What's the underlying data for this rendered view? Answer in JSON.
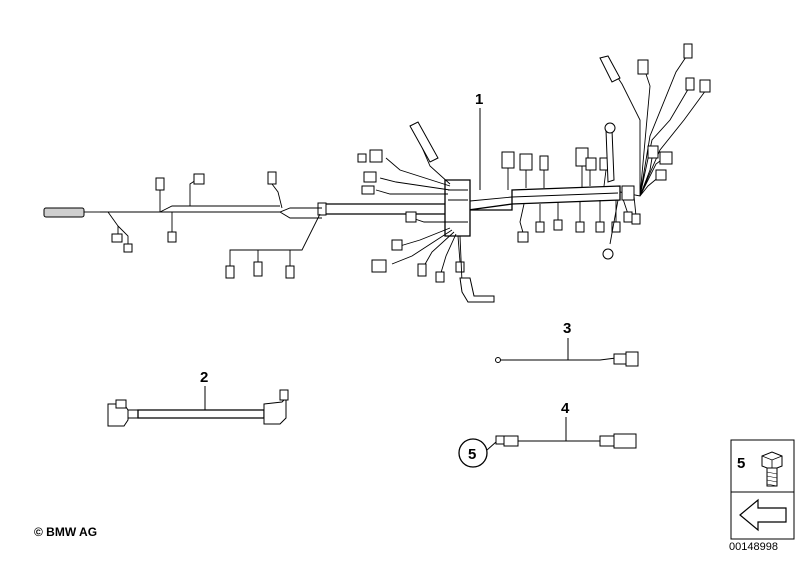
{
  "callouts": {
    "harness_main": "1",
    "cable_2": "2",
    "cable_3": "3",
    "cable_4": "4",
    "circled_ref": "5",
    "legend_item": "5"
  },
  "copyright": "© BMW AG",
  "document_number": "00148998"
}
